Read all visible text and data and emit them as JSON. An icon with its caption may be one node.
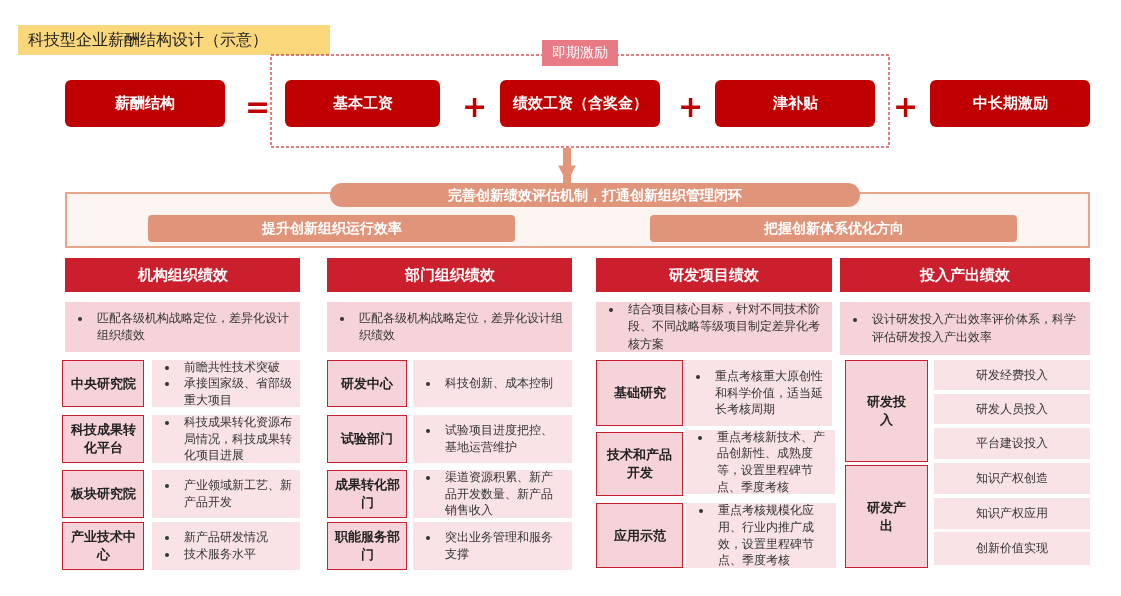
{
  "diagram": {
    "title": "科技型企业薪酬结构设计（示意）",
    "nodes": [
      {
        "text": [
          "薪酬结构"
        ]
      },
      {
        "text": [
          "即期激励"
        ]
      },
      {
        "text": [
          "基本工资"
        ],
        "in": 1
      },
      {
        "text": [
          "绩效工资（含奖金）"
        ],
        "in": 1
      },
      {
        "text": [
          "津补贴"
        ],
        "in": 1
      },
      {
        "text": [
          "中长期激励"
        ]
      },
      {
        "text": [
          "完善创新绩效评估机制，打通创新组织管理闭环"
        ]
      },
      {
        "text": [
          "提升创新组织运行效率"
        ],
        "in": 6
      },
      {
        "text": [
          "把握创新体系优化方向"
        ],
        "in": 6
      },
      {
        "text": [
          "机构组织绩效"
        ]
      },
      {
        "text": [
          "匹配各级机构战略定位，差异化设计组织绩效"
        ]
      },
      {
        "text": [
          "中央研究院"
        ]
      },
      {
        "text": [
          "前瞻共性技术突破",
          "承接国家级、省部级重大项目"
        ]
      },
      {
        "text": [
          "科技成果转化平台"
        ]
      },
      {
        "text": [
          "科技成果转化资源布局情况，科技成果转化项目进展"
        ]
      },
      {
        "text": [
          "板块研究院"
        ]
      },
      {
        "text": [
          "产业领域新工艺、新产品开发"
        ]
      },
      {
        "text": [
          "产业技术中心"
        ]
      },
      {
        "text": [
          "新产品研发情况",
          "技术服务水平"
        ]
      },
      {
        "text": [
          "部门组织绩效"
        ]
      },
      {
        "text": [
          "匹配各级机构战略定位，差异化设计组织绩效"
        ]
      },
      {
        "text": [
          "研发中心"
        ]
      },
      {
        "text": [
          "科技创新、成本控制"
        ]
      },
      {
        "text": [
          "试验部门"
        ]
      },
      {
        "text": [
          "试验项目进度把控、基地运营维护"
        ]
      },
      {
        "text": [
          "成果转化部门"
        ]
      },
      {
        "text": [
          "渠道资源积累、新产品开发数量、新产品销售收入"
        ]
      },
      {
        "text": [
          "职能服务部门"
        ]
      },
      {
        "text": [
          "突出业务管理和服务支撑"
        ]
      },
      {
        "text": [
          "研发项目绩效"
        ]
      },
      {
        "text": [
          "结合项目核心目标，针对不同技术阶段、不同战略等级项目制定差异化考核方案"
        ]
      },
      {
        "text": [
          "基础研究"
        ]
      },
      {
        "text": [
          "重点考核重大原创性和科学价值，适当延长考核周期"
        ]
      },
      {
        "text": [
          "技术和产品开发"
        ]
      },
      {
        "text": [
          "重点考核新技术、产品创新性、成熟度等，设置里程碑节点、季度考核"
        ]
      },
      {
        "text": [
          "应用示范"
        ]
      },
      {
        "text": [
          "重点考核规模化应用、行业内推广成效，设置里程碑节点、季度考核"
        ]
      },
      {
        "text": [
          "投入产出绩效"
        ]
      },
      {
        "text": [
          "设计研发投入产出效率评价体系，科学评估研发投入产出效率"
        ]
      },
      {
        "text": [
          "研发投入"
        ]
      },
      {
        "text": [
          "研发经费投入"
        ]
      },
      {
        "text": [
          "研发人员投入"
        ]
      },
      {
        "text": [
          "平台建设投入"
        ]
      },
      {
        "text": [
          "研发产出"
        ]
      },
      {
        "text": [
          "知识产权创造"
        ]
      },
      {
        "text": [
          "知识产权应用"
        ]
      },
      {
        "text": [
          "创新价值实现"
        ]
      }
    ],
    "edges": [
      {
        "from": 1,
        "to": 6,
        "arrow": "to"
      }
    ],
    "labels": [
      "=",
      "+",
      "+",
      "+"
    ]
  }
}
